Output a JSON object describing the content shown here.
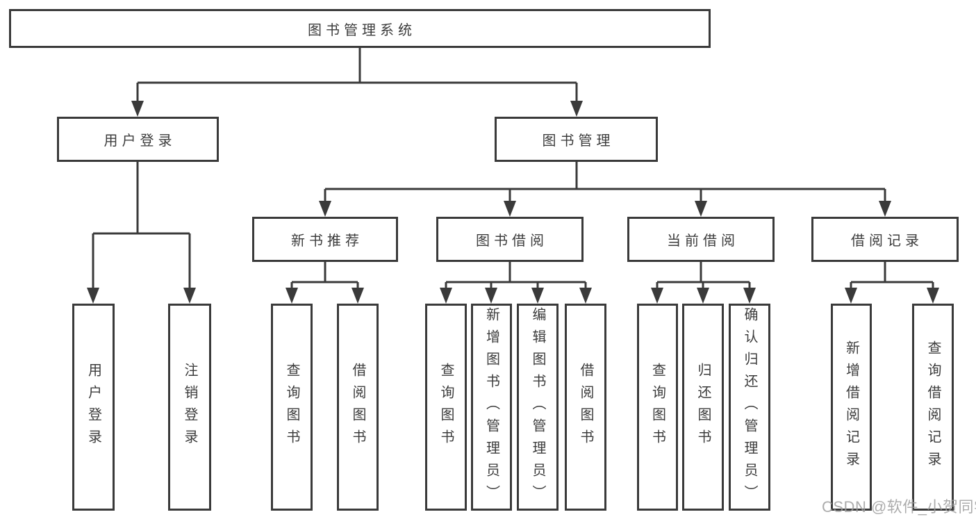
{
  "diagram": {
    "root": {
      "label": "图书管理系统"
    },
    "level2": [
      {
        "label": "用户登录"
      },
      {
        "label": "图书管理"
      }
    ],
    "level3": [
      {
        "label": "新书推荐"
      },
      {
        "label": "图书借阅"
      },
      {
        "label": "当前借阅"
      },
      {
        "label": "借阅记录"
      }
    ],
    "leaves": {
      "user_login": [
        "用户登录",
        "注销登录"
      ],
      "new_books": [
        "查询图书",
        "借阅图书"
      ],
      "book_borrow": [
        "查询图书",
        "新增图书（管理员）",
        "编辑图书（管理员）",
        "借阅图书"
      ],
      "current_borrow": [
        "查询图书",
        "归还图书",
        "确认归还（管理员）"
      ],
      "borrow_records": [
        "新增借阅记录",
        "查询借阅记录"
      ]
    }
  },
  "watermark": {
    "text": "CSDN @软件_小贺同学"
  },
  "colors": {
    "line": "#3a3a3a",
    "text": "#3c3c3c",
    "background": "#ffffff",
    "watermark": "#9e9e9e"
  }
}
